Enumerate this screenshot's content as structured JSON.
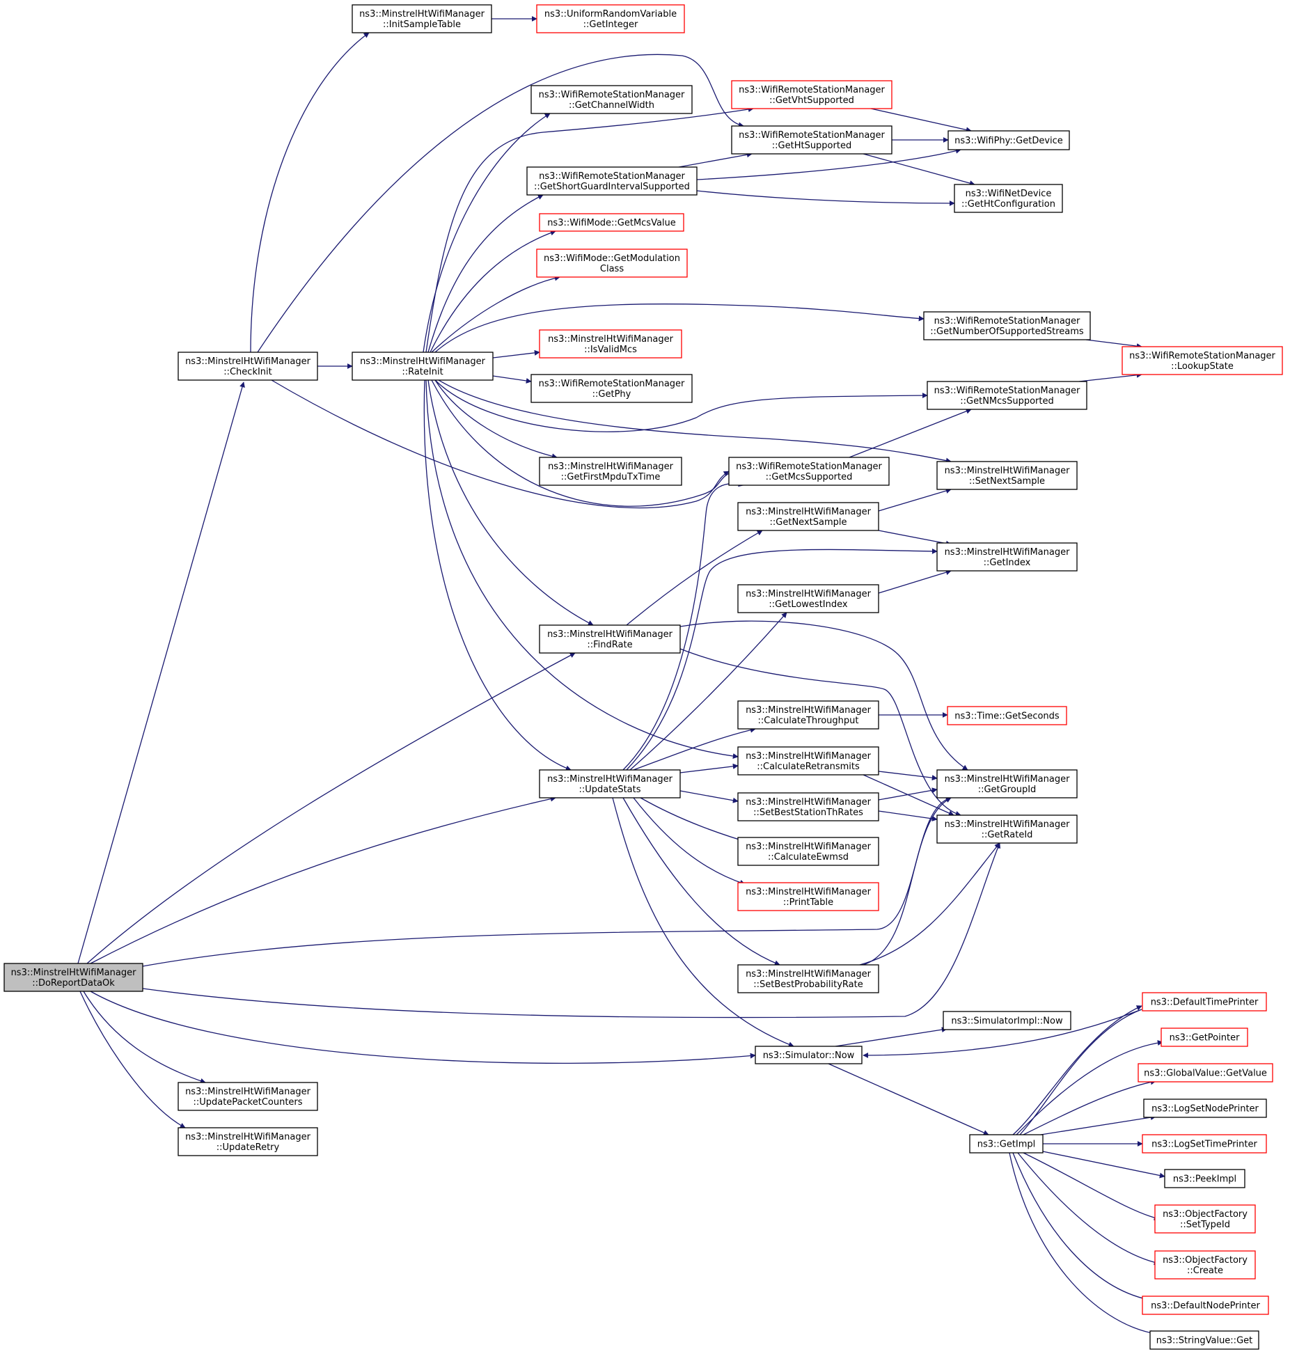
{
  "colors": {
    "edge": "#191970",
    "node_border": "#000000",
    "external_border": "#ff0000",
    "root_fill": "#bfbfbf"
  },
  "nodes": {
    "doreport": {
      "lines": [
        "ns3::MinstrelHtWifiManager",
        "::DoReportDataOk"
      ],
      "kind": "root"
    },
    "checkinit": {
      "lines": [
        "ns3::MinstrelHtWifiManager",
        "::CheckInit"
      ],
      "kind": "normal"
    },
    "initsample": {
      "lines": [
        "ns3::MinstrelHtWifiManager",
        "::InitSampleTable"
      ],
      "kind": "normal"
    },
    "uniform": {
      "lines": [
        "ns3::UniformRandomVariable",
        "::GetInteger"
      ],
      "kind": "external"
    },
    "rateinit": {
      "lines": [
        "ns3::MinstrelHtWifiManager",
        "::RateInit"
      ],
      "kind": "normal"
    },
    "chanwidth": {
      "lines": [
        "ns3::WifiRemoteStationManager",
        "::GetChannelWidth"
      ],
      "kind": "normal"
    },
    "vht": {
      "lines": [
        "ns3::WifiRemoteStationManager",
        "::GetVhtSupported"
      ],
      "kind": "external"
    },
    "ht": {
      "lines": [
        "ns3::WifiRemoteStationManager",
        "::GetHtSupported"
      ],
      "kind": "normal"
    },
    "phydevice": {
      "lines": [
        "ns3::WifiPhy::GetDevice"
      ],
      "kind": "normal"
    },
    "sgi": {
      "lines": [
        "ns3::WifiRemoteStationManager",
        "::GetShortGuardIntervalSupported"
      ],
      "kind": "normal"
    },
    "htconf": {
      "lines": [
        "ns3::WifiNetDevice",
        "::GetHtConfiguration"
      ],
      "kind": "normal"
    },
    "mcsvalue": {
      "lines": [
        "ns3::WifiMode::GetMcsValue"
      ],
      "kind": "external"
    },
    "modclass": {
      "lines": [
        "ns3::WifiMode::GetModulation",
        "Class"
      ],
      "kind": "external"
    },
    "numstreams": {
      "lines": [
        "ns3::WifiRemoteStationManager",
        "::GetNumberOfSupportedStreams"
      ],
      "kind": "normal"
    },
    "lookup": {
      "lines": [
        "ns3::WifiRemoteStationManager",
        "::LookupState"
      ],
      "kind": "external"
    },
    "isvalid": {
      "lines": [
        "ns3::MinstrelHtWifiManager",
        "::IsValidMcs"
      ],
      "kind": "external"
    },
    "getphy": {
      "lines": [
        "ns3::WifiRemoteStationManager",
        "::GetPhy"
      ],
      "kind": "normal"
    },
    "nmcs": {
      "lines": [
        "ns3::WifiRemoteStationManager",
        "::GetNMcsSupported"
      ],
      "kind": "normal"
    },
    "firstmpdu": {
      "lines": [
        "ns3::MinstrelHtWifiManager",
        "::GetFirstMpduTxTime"
      ],
      "kind": "normal"
    },
    "mcssupported": {
      "lines": [
        "ns3::WifiRemoteStationManager",
        "::GetMcsSupported"
      ],
      "kind": "normal"
    },
    "setnext": {
      "lines": [
        "ns3::MinstrelHtWifiManager",
        "::SetNextSample"
      ],
      "kind": "normal"
    },
    "getnext": {
      "lines": [
        "ns3::MinstrelHtWifiManager",
        "::GetNextSample"
      ],
      "kind": "normal"
    },
    "getindex": {
      "lines": [
        "ns3::MinstrelHtWifiManager",
        "::GetIndex"
      ],
      "kind": "normal"
    },
    "lowest": {
      "lines": [
        "ns3::MinstrelHtWifiManager",
        "::GetLowestIndex"
      ],
      "kind": "normal"
    },
    "findrate": {
      "lines": [
        "ns3::MinstrelHtWifiManager",
        "::FindRate"
      ],
      "kind": "normal"
    },
    "calcthr": {
      "lines": [
        "ns3::MinstrelHtWifiManager",
        "::CalculateThroughput"
      ],
      "kind": "normal"
    },
    "getseconds": {
      "lines": [
        "ns3::Time::GetSeconds"
      ],
      "kind": "external"
    },
    "calcret": {
      "lines": [
        "ns3::MinstrelHtWifiManager",
        "::CalculateRetransmits"
      ],
      "kind": "normal"
    },
    "updstats": {
      "lines": [
        "ns3::MinstrelHtWifiManager",
        "::UpdateStats"
      ],
      "kind": "normal"
    },
    "groupid": {
      "lines": [
        "ns3::MinstrelHtWifiManager",
        "::GetGroupId"
      ],
      "kind": "normal"
    },
    "setbestth": {
      "lines": [
        "ns3::MinstrelHtWifiManager",
        "::SetBestStationThRates"
      ],
      "kind": "normal"
    },
    "rateid": {
      "lines": [
        "ns3::MinstrelHtWifiManager",
        "::GetRateId"
      ],
      "kind": "normal"
    },
    "ewmsd": {
      "lines": [
        "ns3::MinstrelHtWifiManager",
        "::CalculateEwmsd"
      ],
      "kind": "normal"
    },
    "printtable": {
      "lines": [
        "ns3::MinstrelHtWifiManager",
        "::PrintTable"
      ],
      "kind": "external"
    },
    "setbestprob": {
      "lines": [
        "ns3::MinstrelHtWifiManager",
        "::SetBestProbabilityRate"
      ],
      "kind": "normal"
    },
    "simimplnow": {
      "lines": [
        "ns3::SimulatorImpl::Now"
      ],
      "kind": "normal"
    },
    "simnow": {
      "lines": [
        "ns3::Simulator::Now"
      ],
      "kind": "normal"
    },
    "deftime": {
      "lines": [
        "ns3::DefaultTimePrinter"
      ],
      "kind": "external"
    },
    "getpointer": {
      "lines": [
        "ns3::GetPointer"
      ],
      "kind": "external"
    },
    "globalval": {
      "lines": [
        "ns3::GlobalValue::GetValue"
      ],
      "kind": "external"
    },
    "lognode": {
      "lines": [
        "ns3::LogSetNodePrinter"
      ],
      "kind": "normal"
    },
    "logtime": {
      "lines": [
        "ns3::LogSetTimePrinter"
      ],
      "kind": "external"
    },
    "peekimpl": {
      "lines": [
        "ns3::PeekImpl"
      ],
      "kind": "normal"
    },
    "settypeid": {
      "lines": [
        "ns3::ObjectFactory",
        "::SetTypeId"
      ],
      "kind": "external"
    },
    "getimpl": {
      "lines": [
        "ns3::GetImpl"
      ],
      "kind": "normal"
    },
    "ofcreate": {
      "lines": [
        "ns3::ObjectFactory",
        "::Create"
      ],
      "kind": "external"
    },
    "defnode": {
      "lines": [
        "ns3::DefaultNodePrinter"
      ],
      "kind": "external"
    },
    "strget": {
      "lines": [
        "ns3::StringValue::Get"
      ],
      "kind": "normal"
    },
    "updpkt": {
      "lines": [
        "ns3::MinstrelHtWifiManager",
        "::UpdatePacketCounters"
      ],
      "kind": "normal"
    },
    "updretry": {
      "lines": [
        "ns3::MinstrelHtWifiManager",
        "::UpdateRetry"
      ],
      "kind": "normal"
    }
  },
  "edges": [
    [
      "doreport",
      "checkinit"
    ],
    [
      "doreport",
      "findrate"
    ],
    [
      "doreport",
      "updstats"
    ],
    [
      "doreport",
      "groupid"
    ],
    [
      "doreport",
      "rateid"
    ],
    [
      "doreport",
      "simnow"
    ],
    [
      "doreport",
      "updpkt"
    ],
    [
      "doreport",
      "updretry"
    ],
    [
      "checkinit",
      "initsample"
    ],
    [
      "checkinit",
      "rateinit"
    ],
    [
      "checkinit",
      "ht"
    ],
    [
      "checkinit",
      "mcssupported"
    ],
    [
      "initsample",
      "uniform"
    ],
    [
      "rateinit",
      "chanwidth"
    ],
    [
      "rateinit",
      "vht"
    ],
    [
      "rateinit",
      "sgi"
    ],
    [
      "rateinit",
      "mcsvalue"
    ],
    [
      "rateinit",
      "modclass"
    ],
    [
      "rateinit",
      "numstreams"
    ],
    [
      "rateinit",
      "isvalid"
    ],
    [
      "rateinit",
      "getphy"
    ],
    [
      "rateinit",
      "nmcs"
    ],
    [
      "rateinit",
      "firstmpdu"
    ],
    [
      "rateinit",
      "mcssupported"
    ],
    [
      "rateinit",
      "setnext"
    ],
    [
      "rateinit",
      "findrate"
    ],
    [
      "rateinit",
      "calcret"
    ],
    [
      "rateinit",
      "updstats"
    ],
    [
      "vht",
      "phydevice"
    ],
    [
      "ht",
      "phydevice"
    ],
    [
      "ht",
      "htconf"
    ],
    [
      "sgi",
      "ht"
    ],
    [
      "sgi",
      "phydevice"
    ],
    [
      "sgi",
      "htconf"
    ],
    [
      "numstreams",
      "lookup"
    ],
    [
      "nmcs",
      "lookup"
    ],
    [
      "mcssupported",
      "nmcs"
    ],
    [
      "getnext",
      "setnext"
    ],
    [
      "getnext",
      "getindex"
    ],
    [
      "lowest",
      "getindex"
    ],
    [
      "findrate",
      "getnext"
    ],
    [
      "findrate",
      "groupid"
    ],
    [
      "findrate",
      "rateid"
    ],
    [
      "calcthr",
      "getseconds"
    ],
    [
      "calcret",
      "groupid"
    ],
    [
      "calcret",
      "rateid"
    ],
    [
      "updstats",
      "mcssupported"
    ],
    [
      "updstats",
      "getindex"
    ],
    [
      "updstats",
      "lowest"
    ],
    [
      "updstats",
      "calcthr"
    ],
    [
      "updstats",
      "calcret"
    ],
    [
      "updstats",
      "setbestth"
    ],
    [
      "updstats",
      "ewmsd"
    ],
    [
      "updstats",
      "printtable"
    ],
    [
      "updstats",
      "setbestprob"
    ],
    [
      "updstats",
      "simnow"
    ],
    [
      "setbestth",
      "groupid"
    ],
    [
      "setbestth",
      "rateid"
    ],
    [
      "setbestprob",
      "groupid"
    ],
    [
      "setbestprob",
      "rateid"
    ],
    [
      "simnow",
      "simimplnow"
    ],
    [
      "simnow",
      "getimpl"
    ],
    [
      "getimpl",
      "deftime"
    ],
    [
      "getimpl",
      "getpointer"
    ],
    [
      "getimpl",
      "globalval"
    ],
    [
      "getimpl",
      "lognode"
    ],
    [
      "getimpl",
      "logtime"
    ],
    [
      "getimpl",
      "peekimpl"
    ],
    [
      "getimpl",
      "settypeid"
    ],
    [
      "getimpl",
      "ofcreate"
    ],
    [
      "getimpl",
      "defnode"
    ],
    [
      "getimpl",
      "strget"
    ],
    [
      "getimpl",
      "simnow"
    ]
  ]
}
